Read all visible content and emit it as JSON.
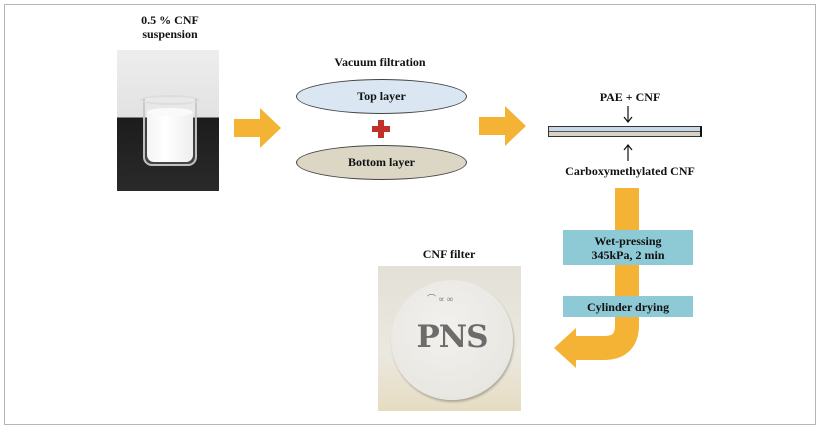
{
  "suspension_label": [
    "0.5 %  CNF",
    "suspension"
  ],
  "vacuum_label": "Vacuum filtration",
  "top_layer": "Top layer",
  "bottom_layer": "Bottom layer",
  "pae_label": "PAE + CNF",
  "carboxy_label": "Carboxymethylated CNF",
  "wet_pressing": [
    "Wet-pressing",
    "345kPa, 2 min"
  ],
  "cylinder_drying": "Cylinder drying",
  "filter_label": "CNF filter",
  "filter_text": "PNS",
  "colors": {
    "arrow": "#f5b335",
    "process_box": "#8ec9d6",
    "top_layer_fill": "#dae7f3",
    "bottom_layer_fill": "#dcd6c4",
    "plus": "#c0312b"
  }
}
